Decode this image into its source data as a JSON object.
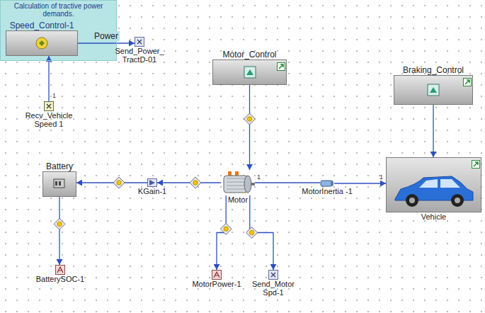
{
  "diagram": {
    "nodes": [
      {
        "text": [
          "Calculation of tractive power demands."
        ]
      },
      {
        "text": [
          "Speed_Control-1"
        ],
        "in": 0
      },
      {
        "text": [
          "Send_Power_ TractD-01"
        ]
      },
      {
        "text": [
          "Recv_Vehicle Speed 1"
        ]
      },
      {
        "text": [
          "Motor_Control"
        ]
      },
      {
        "text": [
          "Braking_Control"
        ]
      },
      {
        "text": [
          "Battery"
        ]
      },
      {
        "text": [
          "KGain-1"
        ]
      },
      {
        "text": [
          "Motor"
        ]
      },
      {
        "text": [
          "MotorInertia -1"
        ]
      },
      {
        "text": [
          "Vehicle"
        ]
      },
      {
        "text": [
          "BatterySOC-1"
        ]
      },
      {
        "text": [
          "MotorPower-1"
        ]
      },
      {
        "text": [
          "Send_Motor Spd-1"
        ]
      }
    ],
    "edges": [
      {
        "from": 1,
        "to": 2,
        "arrow": "to",
        "label": "Power"
      },
      {
        "from": 3,
        "to": 1,
        "arrow": "to"
      },
      {
        "from": 4,
        "to": 8,
        "arrow": "to"
      },
      {
        "from": 5,
        "to": 10,
        "arrow": "to"
      },
      {
        "from": 8,
        "to": 9,
        "arrow": "none"
      },
      {
        "from": 9,
        "to": 10,
        "arrow": "to"
      },
      {
        "from": 8,
        "to": 7,
        "arrow": "to"
      },
      {
        "from": 7,
        "to": 6,
        "arrow": "to"
      },
      {
        "from": 6,
        "to": 11,
        "arrow": "to"
      },
      {
        "from": 8,
        "to": 12,
        "arrow": "to"
      },
      {
        "from": 8,
        "to": 13,
        "arrow": "to"
      }
    ],
    "labels": [
      "1",
      "1",
      "1"
    ]
  }
}
